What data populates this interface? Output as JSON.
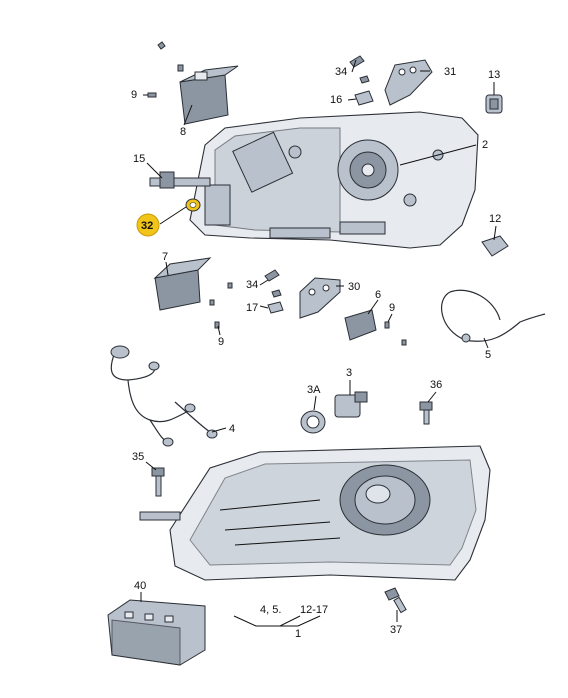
{
  "callouts": {
    "c1": "1",
    "c2": "2",
    "c3": "3",
    "c3a": "3A",
    "c4": "4",
    "c45": "4, 5.",
    "c1217": "12-17",
    "c5": "5",
    "c6": "6",
    "c7": "7",
    "c8": "8",
    "c9a": "9",
    "c9b": "9",
    "c9c": "9",
    "c12": "12",
    "c13": "13",
    "c15": "15",
    "c16": "16",
    "c17": "17",
    "c30": "30",
    "c31": "31",
    "c32": "32",
    "c34a": "34",
    "c34b": "34",
    "c35": "35",
    "c36": "36",
    "c37": "37",
    "c40": "40"
  },
  "colors": {
    "highlight": "#f0c419",
    "line": "#2b2f36",
    "part_fill": "#b9c2cc"
  }
}
